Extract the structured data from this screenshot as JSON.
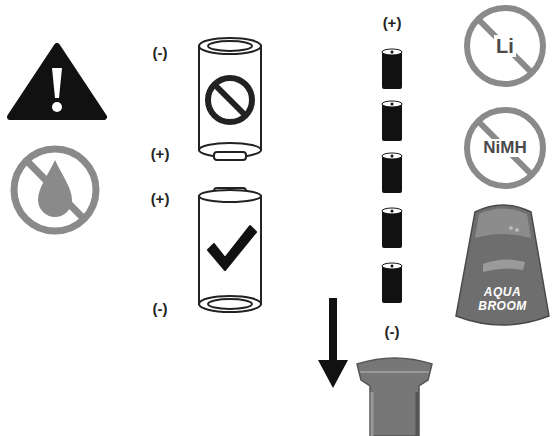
{
  "diagram": {
    "nodes": [
      {
        "text": [
          "Li"
        ]
      },
      {
        "text": [
          "NiMH"
        ]
      },
      {
        "text": [
          "AQUA BROOM"
        ]
      }
    ],
    "labels": [
      "(-)",
      "(+)",
      "(+)",
      "(-)",
      "(+)",
      "(-)"
    ]
  }
}
